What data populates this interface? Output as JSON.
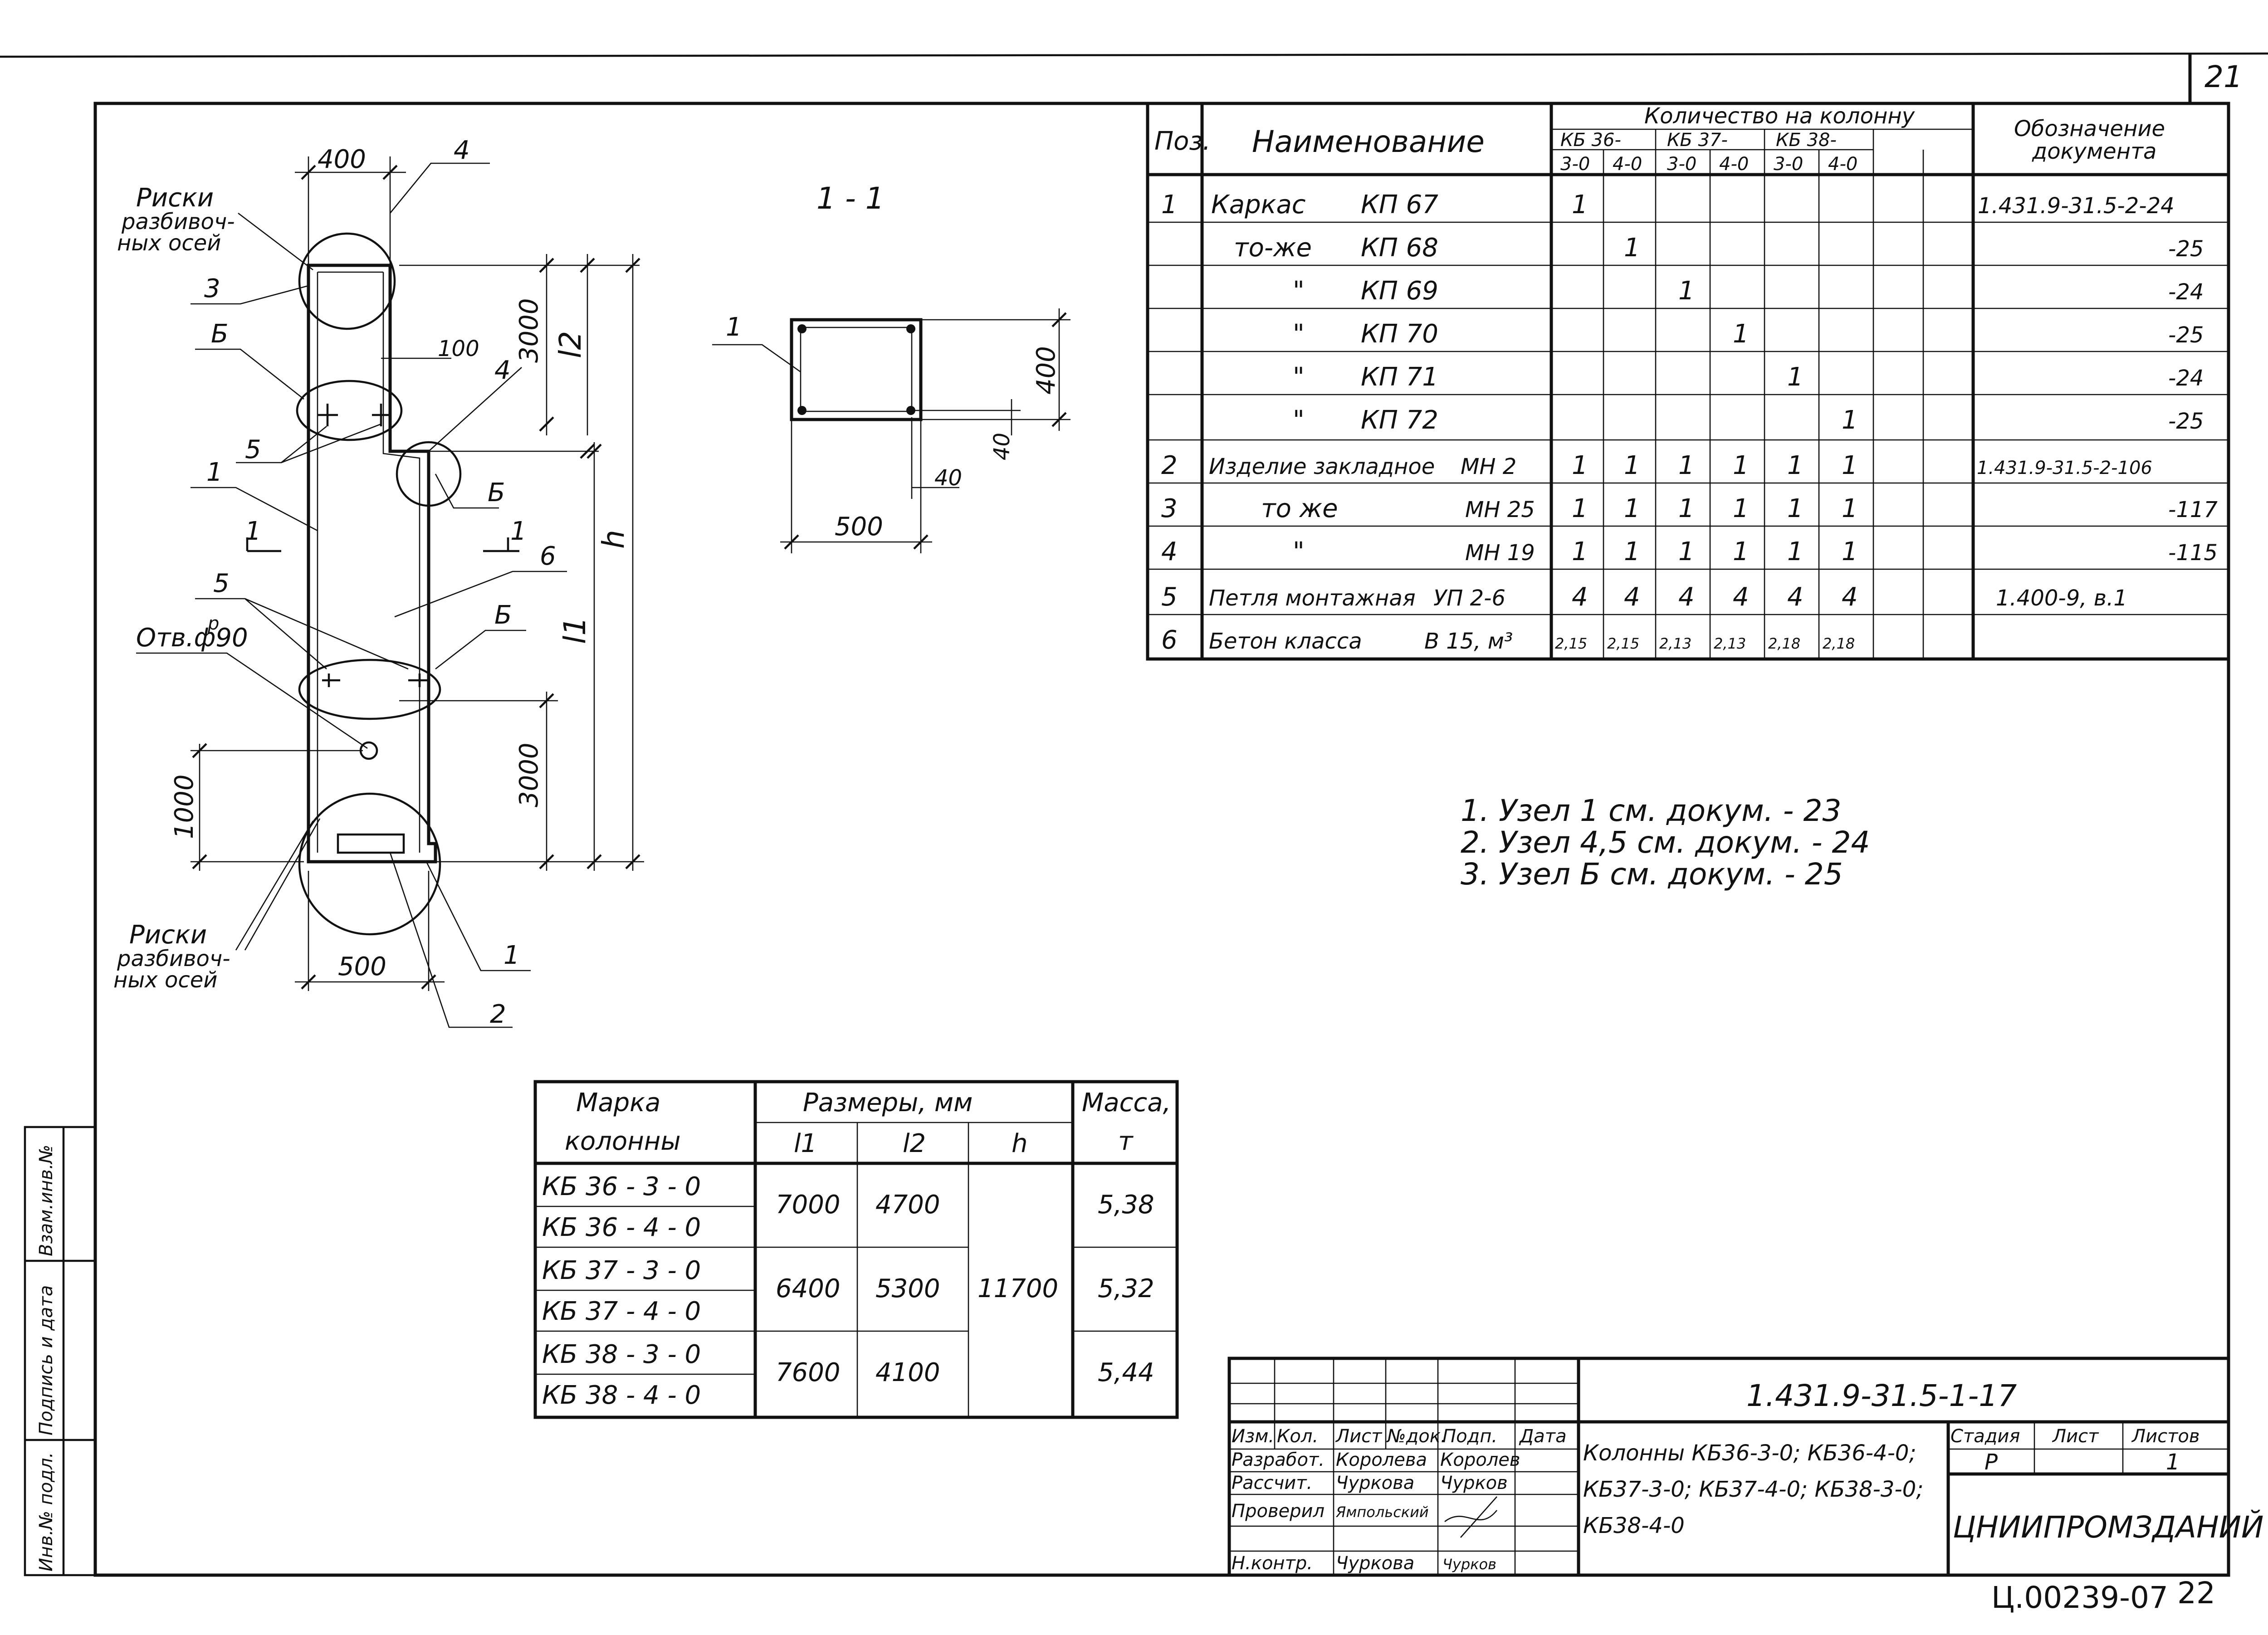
{
  "sheet": {
    "corner_page": "21",
    "archive_code": "Ц.00239-07",
    "archive_page": "22"
  },
  "drawing": {
    "section_title": "1 - 1",
    "labels": {
      "riski_top": [
        "Риски",
        "разбивоч-",
        "ных осей"
      ],
      "riski_bottom": [
        "Риски",
        "разбивоч-",
        "ных осей"
      ],
      "hole": "Отв.ф90",
      "hole_p": "р",
      "b_mark": "Б",
      "cut_mark": "1",
      "l1": "l1",
      "l2": "l2",
      "h": "h"
    },
    "dims": {
      "top_width": "400",
      "bottom_width": "500",
      "step": "100",
      "top_3000": "3000",
      "bottom_3000": "3000",
      "hole_1000": "1000",
      "sec_400": "400",
      "sec_500": "500",
      "sec_40a": "40",
      "sec_40b": "40"
    },
    "pos_numbers": [
      "4",
      "3",
      "Б",
      "5",
      "4",
      "1",
      "Б",
      "1",
      "1",
      "5",
      "6",
      "Б",
      "1",
      "2",
      "1"
    ]
  },
  "spec_table": {
    "headers": {
      "pos": "Поз.",
      "name": "Наименование",
      "qty": "Количество на колонну",
      "designation": [
        "Обозначение",
        "документа"
      ],
      "groups": [
        "КБ 36-",
        "КБ 37-",
        "КБ 38-"
      ],
      "subs": [
        "3-0",
        "4-0",
        "3-0",
        "4-0",
        "3-0",
        "4-0"
      ]
    },
    "rows": [
      {
        "pos": "1",
        "name": "Каркас",
        "mark": "КП 67",
        "q": [
          "1",
          "",
          "",
          "",
          "",
          ""
        ],
        "doc": "1.431.9-31.5-2-24"
      },
      {
        "pos": "",
        "name": "то-же",
        "mark": "КП 68",
        "q": [
          "",
          "1",
          "",
          "",
          "",
          ""
        ],
        "doc": "-25"
      },
      {
        "pos": "",
        "name": "\"",
        "mark": "КП 69",
        "q": [
          "",
          "",
          "1",
          "",
          "",
          ""
        ],
        "doc": "-24"
      },
      {
        "pos": "",
        "name": "\"",
        "mark": "КП 70",
        "q": [
          "",
          "",
          "",
          "1",
          "",
          ""
        ],
        "doc": "-25"
      },
      {
        "pos": "",
        "name": "\"",
        "mark": "КП 71",
        "q": [
          "",
          "",
          "",
          "",
          "1",
          ""
        ],
        "doc": "-24"
      },
      {
        "pos": "",
        "name": "\"",
        "mark": "КП 72",
        "q": [
          "",
          "",
          "",
          "",
          "",
          "1"
        ],
        "doc": "-25"
      },
      {
        "pos": "2",
        "name": "Изделие закладное",
        "mark": "МН 2",
        "q": [
          "1",
          "1",
          "1",
          "1",
          "1",
          "1"
        ],
        "doc": "1.431.9-31.5-2-106"
      },
      {
        "pos": "3",
        "name": "то же",
        "mark": "МН 25",
        "q": [
          "1",
          "1",
          "1",
          "1",
          "1",
          "1"
        ],
        "doc": "-117"
      },
      {
        "pos": "4",
        "name": "\"",
        "mark": "МН 19",
        "q": [
          "1",
          "1",
          "1",
          "1",
          "1",
          "1"
        ],
        "doc": "-115"
      },
      {
        "pos": "5",
        "name": "Петля монтажная",
        "mark": "УП 2-6",
        "q": [
          "4",
          "4",
          "4",
          "4",
          "4",
          "4"
        ],
        "doc": "1.400-9, в.1"
      },
      {
        "pos": "6",
        "name": "Бетон класса",
        "mark": "В 15, м³",
        "q": [
          "2,15",
          "2,15",
          "2,13",
          "2,13",
          "2,18",
          "2,18"
        ],
        "doc": ""
      }
    ]
  },
  "notes": [
    "1. Узел 1 см. докум. - 23",
    "2. Узел 4,5 см. докум. - 24",
    "3. Узел Б см. докум. - 25"
  ],
  "sizes_table": {
    "headers": {
      "mark": [
        "Марка",
        "колонны"
      ],
      "sizes": "Размеры, мм",
      "l1": "l1",
      "l2": "l2",
      "h": "h",
      "mass": [
        "Масса,",
        "т"
      ]
    },
    "rows": [
      {
        "mark": "КБ 36 - 3 - 0"
      },
      {
        "mark": "КБ 36 - 4 - 0"
      },
      {
        "mark": "КБ 37 - 3 - 0"
      },
      {
        "mark": "КБ 37 - 4 - 0"
      },
      {
        "mark": "КБ 38 - 3 - 0"
      },
      {
        "mark": "КБ 38 - 4 - 0"
      }
    ],
    "groups": [
      {
        "l1": "7000",
        "l2": "4700",
        "mass": "5,38"
      },
      {
        "l1": "6400",
        "l2": "5300",
        "mass": "5,32"
      },
      {
        "l1": "7600",
        "l2": "4100",
        "mass": "5,44"
      }
    ],
    "h_value": "11700"
  },
  "title_block": {
    "doc_number": "1.431.9-31.5-1-17",
    "col_headers": [
      "Изм.",
      "Кол.",
      "Лист",
      "№док.",
      "Подп.",
      "Дата"
    ],
    "roles": [
      {
        "role": "Разработ.",
        "name": "Королева",
        "sign": "Королев"
      },
      {
        "role": "Рассчит.",
        "name": "Чуркова",
        "sign": "Чурков"
      },
      {
        "role": "Проверил",
        "name": "Ямпольский",
        "sign": ""
      },
      {
        "role": "Н.контр.",
        "name": "Чуркова",
        "sign": "Чурков"
      }
    ],
    "title_lines": [
      "Колонны КБ36-3-0; КБ36-4-0;",
      "КБ37-3-0; КБ37-4-0; КБ38-3-0;",
      "КБ38-4-0"
    ],
    "stage_label": "Стадия",
    "sheet_label": "Лист",
    "sheets_label": "Листов",
    "stage": "Р",
    "sheets": "1",
    "org": "ЦНИИПРОМЗДАНИЙ"
  },
  "side_stamp": [
    "Инв.№ подл.",
    "Подпись и дата",
    "Взам.инв.№"
  ]
}
